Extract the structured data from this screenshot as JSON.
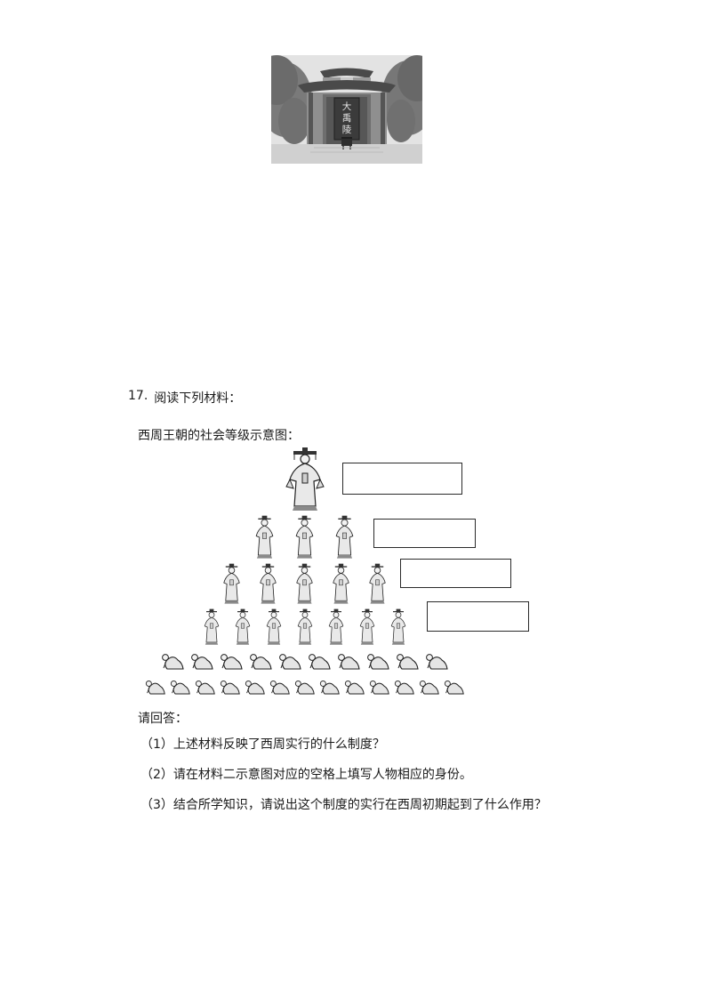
{
  "photo": {
    "description": "temple-gate-photo",
    "stele_chars": [
      "大",
      "禹",
      "陵"
    ]
  },
  "question": {
    "number": "17.",
    "intro": "阅读下列材料：",
    "material_title": "西周王朝的社会等级示意图：",
    "answer_prompt": "请回答：",
    "sub_questions": [
      "（1）上述材料反映了西周实行的什么制度？",
      "（2）请在材料二示意图对应的空格上填写人物相应的身份。",
      "（3）结合所学知识，请说出这个制度的实行在西周初期起到了什么作用？"
    ]
  },
  "diagram": {
    "rows": [
      {
        "tier": 1,
        "count": 1,
        "style": "standing"
      },
      {
        "tier": 2,
        "count": 3,
        "style": "standing"
      },
      {
        "tier": 3,
        "count": 5,
        "style": "standing"
      },
      {
        "tier": 4,
        "count": 7,
        "style": "standing"
      },
      {
        "tier": 5,
        "count": 10,
        "style": "kneeling"
      },
      {
        "tier": 6,
        "count": 13,
        "style": "kneeling"
      }
    ],
    "answer_boxes": [
      "",
      "",
      "",
      ""
    ]
  }
}
